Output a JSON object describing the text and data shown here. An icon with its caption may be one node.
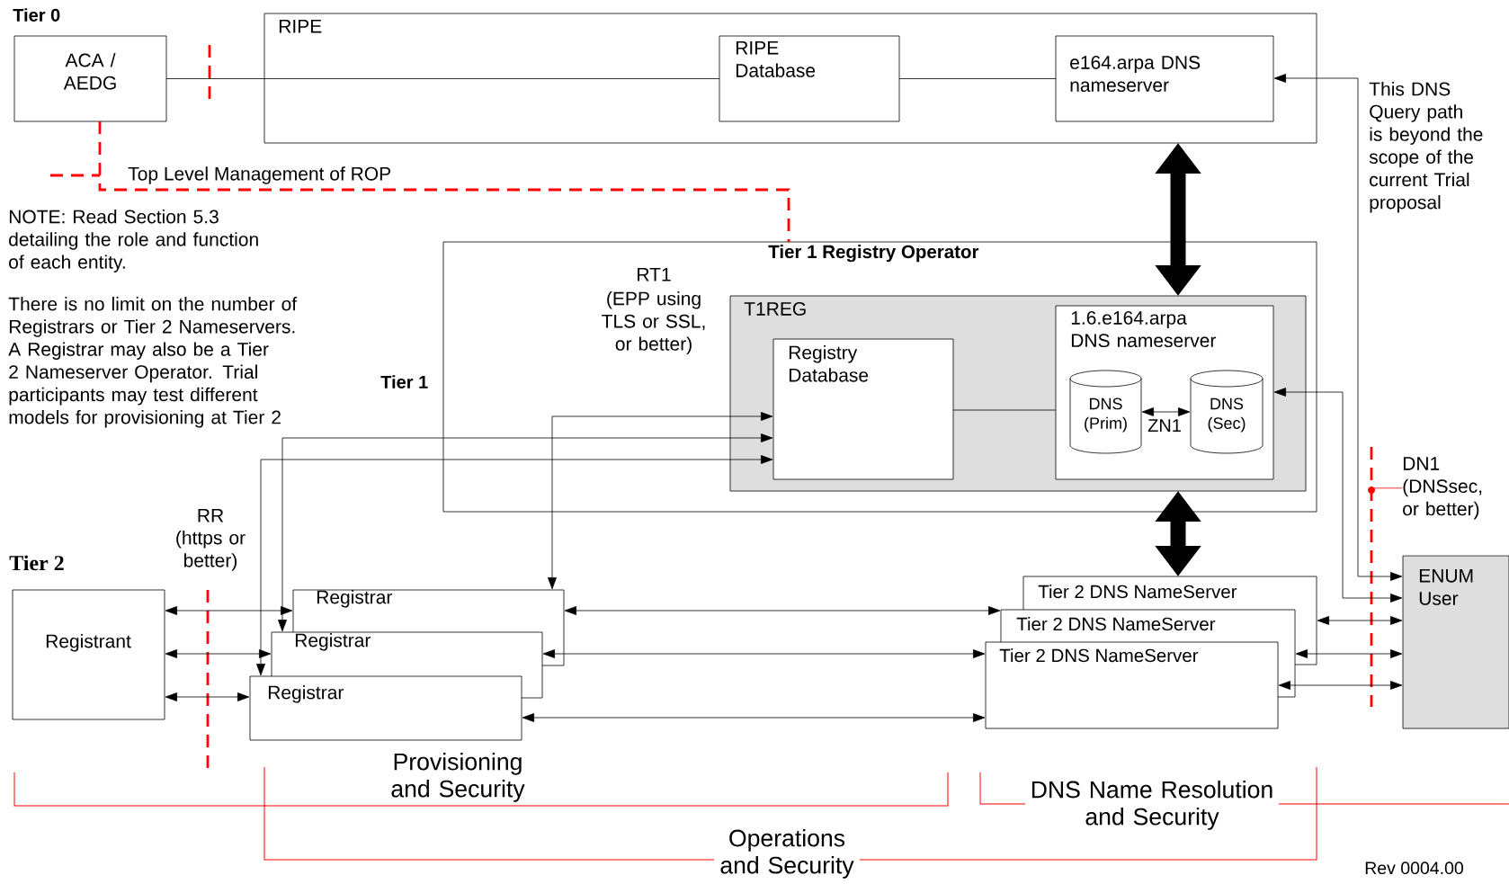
{
  "diagram": {
    "nodes": [
      {
        "text": [
          "ACA / AEDG"
        ]
      },
      {
        "text": [
          "RIPE"
        ]
      },
      {
        "text": [
          "RIPE Database"
        ],
        "in": 1
      },
      {
        "text": [
          "e164.arpa DNS nameserver"
        ],
        "in": 1
      },
      {
        "text": [
          "Tier 1 Registry Operator"
        ]
      },
      {
        "text": [
          "T1REG"
        ],
        "in": 4
      },
      {
        "text": [
          "Registry Database"
        ],
        "in": 5
      },
      {
        "text": [
          "1.6.e164.arpa DNS nameserver"
        ],
        "in": 5
      },
      {
        "text": [
          "DNS (Prim)"
        ],
        "in": 7
      },
      {
        "text": [
          "DNS (Sec)"
        ],
        "in": 7
      },
      {
        "text": [
          "Registrant"
        ]
      },
      {
        "text": [
          "Registrar"
        ]
      },
      {
        "text": [
          "Registrar"
        ]
      },
      {
        "text": [
          "Registrar"
        ]
      },
      {
        "text": [
          "Tier 2 DNS NameServer"
        ]
      },
      {
        "text": [
          "Tier 2 DNS NameServer"
        ]
      },
      {
        "text": [
          "Tier 2 DNS NameServer"
        ]
      },
      {
        "text": [
          "ENUM User"
        ]
      },
      {
        "text": [
          "DN1",
          "(DNSsec, or better)"
        ]
      },
      {
        "text": [],
        "shape": "line"
      }
    ],
    "edges": [
      {
        "from": 0,
        "to": 2,
        "arrow": "none"
      },
      {
        "from": 2,
        "to": 3,
        "arrow": "none"
      },
      {
        "from": 17,
        "to": 3,
        "arrow": "both"
      },
      {
        "from": 17,
        "to": 7,
        "arrow": "both"
      },
      {
        "from": 1,
        "to": 5,
        "arrow": "both",
        "style": "thick"
      },
      {
        "from": 5,
        "to": 14,
        "arrow": "both",
        "style": "thick"
      },
      {
        "from": 6,
        "to": 7,
        "arrow": "none"
      },
      {
        "from": 8,
        "to": 9,
        "arrow": "both"
      },
      {
        "from": 10,
        "to": 11,
        "arrow": "both"
      },
      {
        "from": 10,
        "to": 12,
        "arrow": "both"
      },
      {
        "from": 10,
        "to": 13,
        "arrow": "both"
      },
      {
        "from": 11,
        "to": 6,
        "arrow": "both"
      },
      {
        "from": 12,
        "to": 6,
        "arrow": "both"
      },
      {
        "from": 13,
        "to": 6,
        "arrow": "both"
      },
      {
        "from": 11,
        "to": 15,
        "arrow": "both"
      },
      {
        "from": 12,
        "to": 16,
        "arrow": "both"
      },
      {
        "from": 13,
        "to": 16,
        "arrow": "both"
      },
      {
        "from": 14,
        "to": 17,
        "arrow": "both"
      },
      {
        "from": 15,
        "to": 17,
        "arrow": "both"
      },
      {
        "from": 16,
        "to": 17,
        "arrow": "both"
      },
      {
        "from": 0,
        "to": 4,
        "arrow": "none",
        "label": "Top Level Management of ROP",
        "style": "dashed",
        "color": "#ff0000"
      },
      {
        "from": 18,
        "to": 19,
        "arrow": "none",
        "color": "#ff0000"
      }
    ],
    "labels": [
      "Tier 0",
      "This DNS Query path is beyond the scope of the current Trial proposal",
      "NOTE: Read Section 5.3 detailing the role and function of each entity.",
      "There is no limit on the number of Registrars or Tier 2 Nameservers. A Registrar may also be a Tier 2 Nameserver Operator. Trial participants may test different models for provisioning at Tier 2",
      "RT1",
      "(EPP using TLS or SSL, or better)",
      "Tier 1",
      "ZN1",
      "RR",
      "(https or better)",
      "Tier 2",
      "Provisioning and Security",
      "DNS Name Resolution and Security",
      "Operations and Security",
      "Rev 0004.00"
    ]
  }
}
